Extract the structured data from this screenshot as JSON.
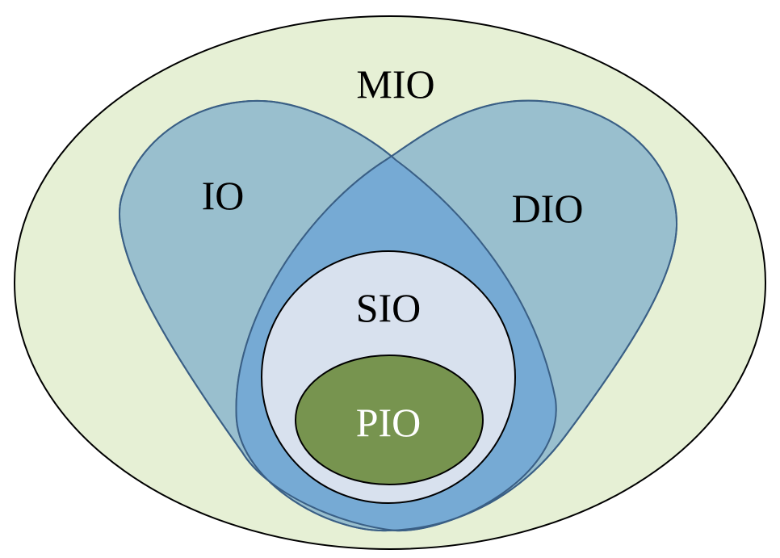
{
  "labels": {
    "mio": "MIO",
    "io": "IO",
    "dio": "DIO",
    "sio": "SIO",
    "pio": "PIO"
  },
  "colors": {
    "mio_fill": "#e6f0d5",
    "petal_fill": "#7fafcb",
    "overlap_fill": "#76aad4",
    "sio_fill": "#d8e1ee",
    "pio_fill": "#77944f",
    "stroke": "#000000",
    "petal_stroke": "#3a5f85",
    "label_dark": "#000000",
    "label_light": "#ffffff"
  }
}
